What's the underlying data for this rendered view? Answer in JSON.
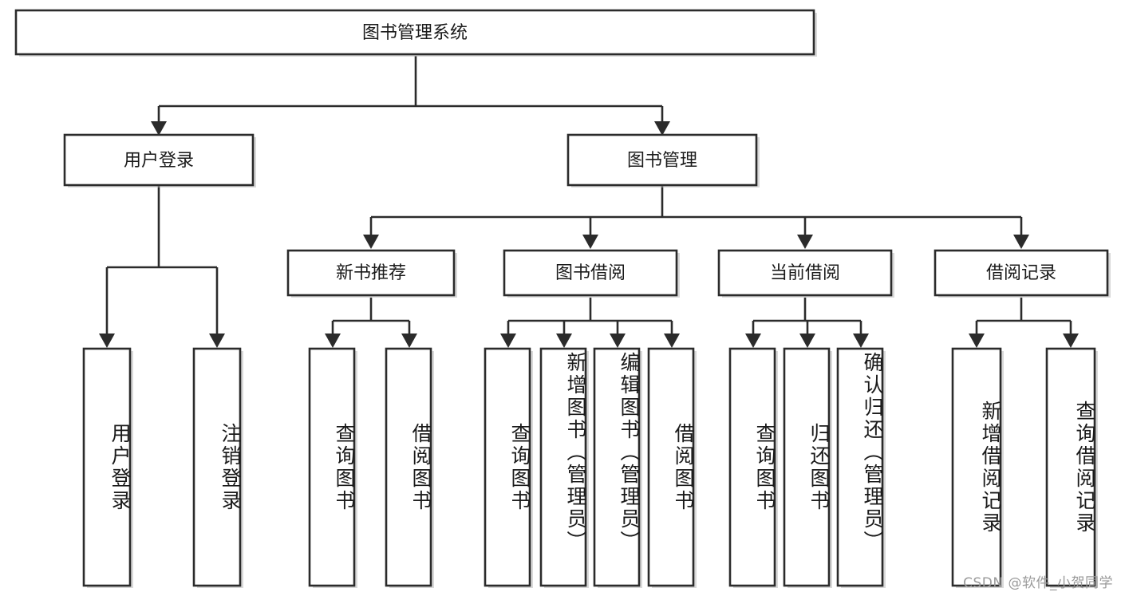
{
  "diagram": {
    "title": "图书管理系统",
    "type": "tree-hierarchy-diagram",
    "watermark": "CSDN @软件_小贺同学",
    "colors": {
      "stroke": "#2b2b2b",
      "fill": "#ffffff",
      "text": "#1a1a1a",
      "watermark": "#9a9a9a"
    },
    "root": {
      "label": "图书管理系统"
    },
    "level2": [
      {
        "label": "用户登录"
      },
      {
        "label": "图书管理"
      }
    ],
    "level3": [
      {
        "label": "新书推荐"
      },
      {
        "label": "图书借阅"
      },
      {
        "label": "当前借阅"
      },
      {
        "label": "借阅记录"
      }
    ],
    "leaves": {
      "user_login": [
        {
          "label": "用户登录"
        },
        {
          "label": "注销登录"
        }
      ],
      "new_book_recommend": [
        {
          "label": "查询图书"
        },
        {
          "label": "借阅图书"
        }
      ],
      "book_borrow": [
        {
          "label": "查询图书"
        },
        {
          "label": "新增图书（管理员）"
        },
        {
          "label": "编辑图书（管理员）"
        },
        {
          "label": "借阅图书"
        }
      ],
      "current_borrow": [
        {
          "label": "查询图书"
        },
        {
          "label": "归还图书"
        },
        {
          "label": "确认归还（管理员）"
        }
      ],
      "borrow_record": [
        {
          "label": "新增借阅记录"
        },
        {
          "label": "查询借阅记录"
        }
      ]
    }
  }
}
